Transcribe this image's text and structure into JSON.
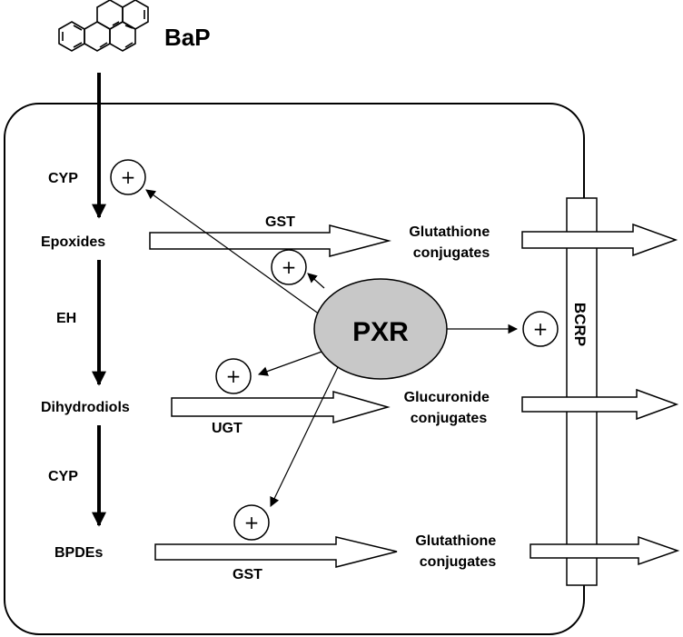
{
  "molecule": {
    "name": "BaP"
  },
  "metabolites": {
    "epoxides": "Epoxides",
    "dihydrodiols": "Dihydrodiols",
    "bpdes": "BPDEs"
  },
  "enzymes": {
    "cyp_top": "CYP",
    "eh": "EH",
    "cyp_bottom": "CYP",
    "gst_top": "GST",
    "ugt": "UGT",
    "gst_bottom": "GST"
  },
  "conjugates": {
    "gsh_top": [
      "Glutathione",
      "conjugates"
    ],
    "glucuronide": [
      "Glucuronide",
      "conjugates"
    ],
    "gsh_bottom": [
      "Glutathione",
      "conjugates"
    ]
  },
  "receptor": "PXR",
  "transporter": "BCRP",
  "induction_symbol": "+",
  "colors": {
    "pxr_fill": "#c8c8c8",
    "stroke": "#000000",
    "background": "#ffffff"
  }
}
